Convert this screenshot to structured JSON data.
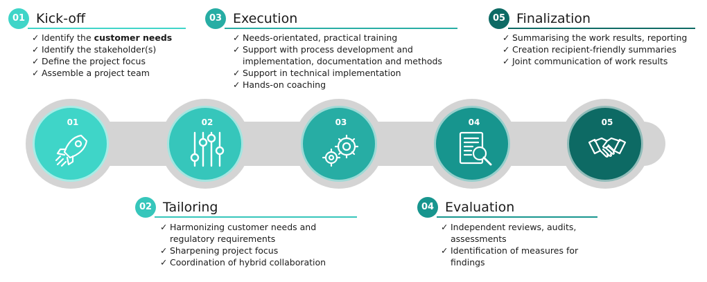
{
  "colors": {
    "p01": "#3fd5c8",
    "p02": "#36c6bb",
    "p03": "#27ada4",
    "p04": "#17958e",
    "p05": "#0d6a64",
    "track": "#d4d4d4"
  },
  "phases": [
    {
      "number": "01",
      "title": "Kick-off",
      "items": [
        {
          "text": "Identify the ",
          "bold": "customer needs"
        },
        {
          "text": "Identify the stakeholder(s)"
        },
        {
          "text": "Define the project focus"
        },
        {
          "text": "Assemble a project team"
        }
      ]
    },
    {
      "number": "02",
      "title": "Tailoring",
      "items": [
        {
          "text": "Harmonizing customer needs and",
          "cont": "regulatory requirements"
        },
        {
          "text": "Sharpening project focus"
        },
        {
          "text": "Coordination of hybrid collaboration"
        }
      ]
    },
    {
      "number": "03",
      "title": "Execution",
      "items": [
        {
          "text": "Needs-orientated, practical training"
        },
        {
          "text": "Support with process development and",
          "cont": "implementation, documentation and methods"
        },
        {
          "text": "Support in technical implementation"
        },
        {
          "text": "Hands-on coaching"
        }
      ]
    },
    {
      "number": "04",
      "title": "Evaluation",
      "items": [
        {
          "text": "Independent reviews, audits,",
          "cont": "assessments"
        },
        {
          "text": "Identification of measures for",
          "cont": "findings"
        }
      ]
    },
    {
      "number": "05",
      "title": "Finalization",
      "items": [
        {
          "text": "Summarising the work results, reporting"
        },
        {
          "text": "Creation recipient-friendly summaries"
        },
        {
          "text": "Joint communication of work results"
        }
      ]
    }
  ],
  "steps": [
    {
      "number": "01",
      "icon": "rocket-icon"
    },
    {
      "number": "02",
      "icon": "sliders-icon"
    },
    {
      "number": "03",
      "icon": "gears-icon"
    },
    {
      "number": "04",
      "icon": "document-search-icon"
    },
    {
      "number": "05",
      "icon": "handshake-icon"
    }
  ],
  "check_mark": "✓"
}
